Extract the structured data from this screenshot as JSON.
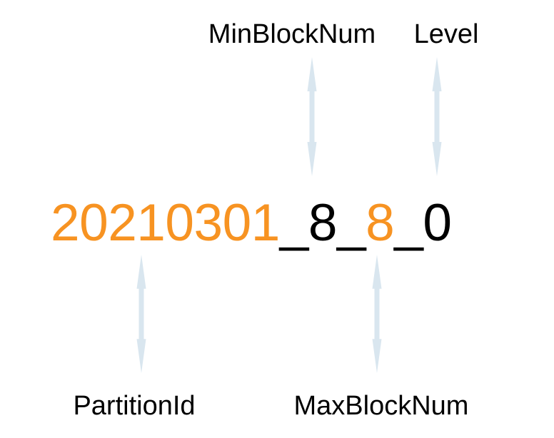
{
  "part_name": {
    "partition_id": "20210301",
    "separator1": "_",
    "min_block_num": "8",
    "separator2": "_",
    "max_block_num": "8",
    "separator3": "_",
    "level": "0"
  },
  "labels": {
    "min_block_num": "MinBlockNum",
    "level": "Level",
    "partition_id": "PartitionId",
    "max_block_num": "MaxBlockNum"
  },
  "colors": {
    "highlight_orange": "#f79322",
    "text_black": "#000000",
    "arrow_blue": "#d9e6ef",
    "background": "#ffffff"
  }
}
